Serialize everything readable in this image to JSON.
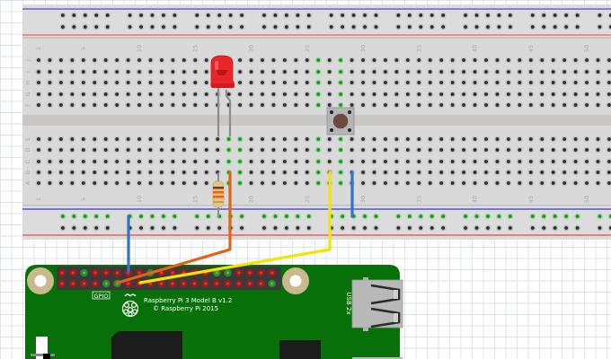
{
  "breadboard": {
    "columns": 60,
    "column_labels": [
      "1",
      "5",
      "10",
      "15",
      "20",
      "25",
      "30",
      "35",
      "40",
      "45",
      "50"
    ],
    "top_rows": [
      "J",
      "I",
      "H",
      "G",
      "F"
    ],
    "bottom_rows": [
      "E",
      "D",
      "C",
      "B",
      "A"
    ],
    "colors": {
      "body": "#d9d9d9",
      "channel": "#c8c6c4",
      "hole": "#2b2b2b",
      "hole_ring": "#bdbdbd",
      "active_hole": "#3fbf3f",
      "rail_blue": "#3a3ad8",
      "rail_red": "#e04848",
      "label": "#a9a9a9"
    },
    "active_columns": [
      18,
      19,
      26,
      28
    ]
  },
  "components": {
    "led": {
      "label": "Red LED",
      "color": "#e8262a",
      "column": 18,
      "row": "I"
    },
    "resistor": {
      "label": "Resistor",
      "column": 18
    },
    "pushbutton": {
      "label": "Pushbutton",
      "cap_color": "#6b4a3f",
      "body_color": "#b7b7b7"
    }
  },
  "wires": [
    {
      "name": "blue-gnd-wire",
      "color": "#2f74c9",
      "from": "bottom-rail",
      "to": "GPIO pin GND"
    },
    {
      "name": "orange-led-wire",
      "color": "#e06414",
      "from": "column 19",
      "to": "GPIO pin"
    },
    {
      "name": "yellow-button-wire",
      "color": "#f2e600",
      "from": "column 26",
      "to": "GPIO pin"
    },
    {
      "name": "blue-button-gnd-wire",
      "color": "#2f74c9",
      "from": "column 28",
      "to": "bottom-rail"
    }
  ],
  "raspberry_pi": {
    "board_color": "#0a7a0a",
    "model_line": "Raspberry Pi 3 Model B v1.2",
    "copyright_line": "© Raspberry Pi 2015",
    "gpio_label": "GPIO",
    "usb_label": "USB 2x",
    "header_pins_per_row": 20,
    "top_row_green_pins": [
      3,
      9,
      15,
      16
    ],
    "bottom_row_green_pins": [
      5,
      6,
      20
    ]
  }
}
